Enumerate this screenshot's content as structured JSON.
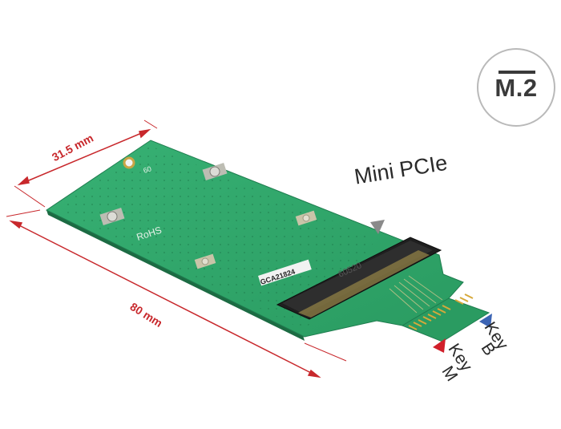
{
  "badge": {
    "text": "M.2"
  },
  "labels": {
    "mini_pcie": "Mini PCIe",
    "width_dim": "31.5 mm",
    "length_dim": "80 mm",
    "key_b": "Key",
    "key_b_letter": "B",
    "key_m": "Key",
    "key_m_letter": "M"
  },
  "board_text": {
    "rohs": "RoHS",
    "part": "GCA21824",
    "hole": "60",
    "slot": "60520"
  },
  "colors": {
    "pcb": "#2fa66a",
    "dimension": "#c8282c",
    "key_m_marker": "#d11f2a",
    "key_b_marker": "#3c64b4"
  }
}
